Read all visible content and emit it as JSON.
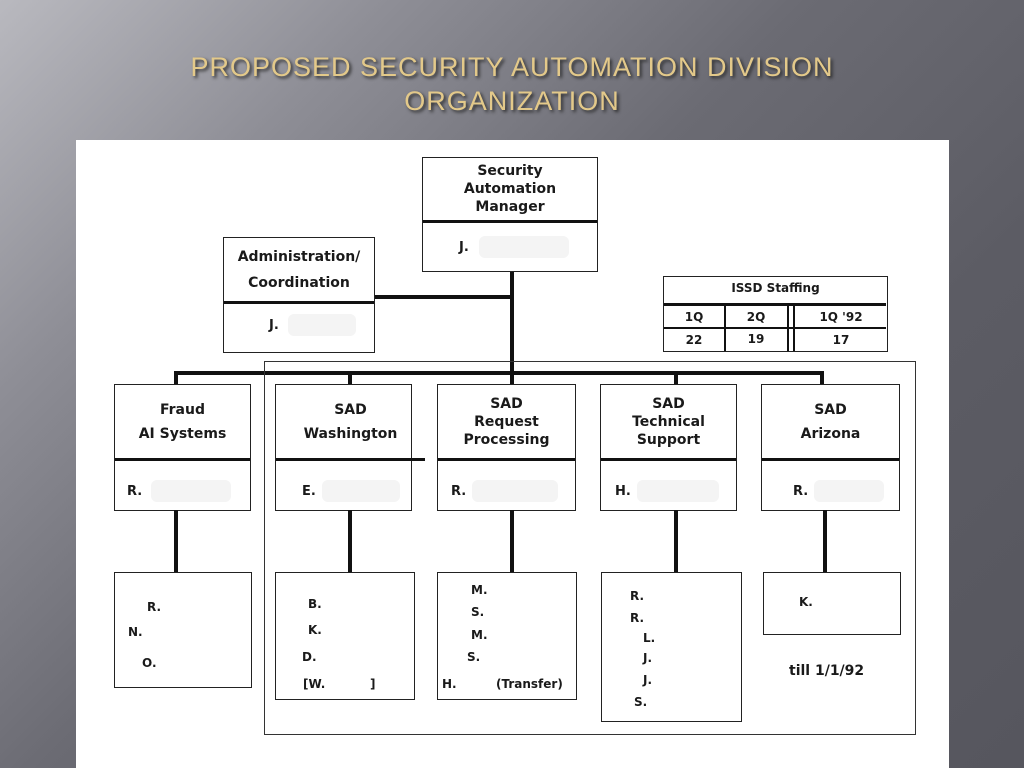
{
  "title": {
    "line1": "PROPOSED SECURITY AUTOMATION DIVISION",
    "line2": "ORGANIZATION"
  },
  "manager": {
    "line1": "Security",
    "line2": "Automation",
    "line3": "Manager",
    "person": "J."
  },
  "admin": {
    "line1": "Administration/",
    "line2": "Coordination",
    "person": "J."
  },
  "staffing": {
    "title": "ISSD Staffing",
    "headers": [
      "1Q",
      "2Q",
      "1Q '92"
    ],
    "values": [
      "22",
      "19",
      "17"
    ]
  },
  "units": [
    {
      "line1": "Fraud",
      "line2": "AI Systems",
      "person": "R.",
      "members": [
        "R.",
        "N.",
        "O."
      ]
    },
    {
      "line1": "SAD",
      "line2": "Washington",
      "person": "E.",
      "members": [
        "B.",
        "K.",
        "D.",
        "[W."
      ],
      "member_suffix": "]"
    },
    {
      "line1": "SAD",
      "line2": "Request",
      "line3": "Processing",
      "person": "R.",
      "members": [
        "M.",
        "S.",
        "M.",
        "S.",
        "H."
      ],
      "member_note": "(Transfer)"
    },
    {
      "line1": "SAD",
      "line2": "Technical",
      "line3": "Support",
      "person": "H.",
      "members": [
        "R.",
        "R.",
        "L.",
        "J.",
        "J.",
        "S."
      ]
    },
    {
      "line1": "SAD",
      "line2": "Arizona",
      "person": "R.",
      "members": [
        "K."
      ],
      "note": "till 1/1/92"
    }
  ]
}
